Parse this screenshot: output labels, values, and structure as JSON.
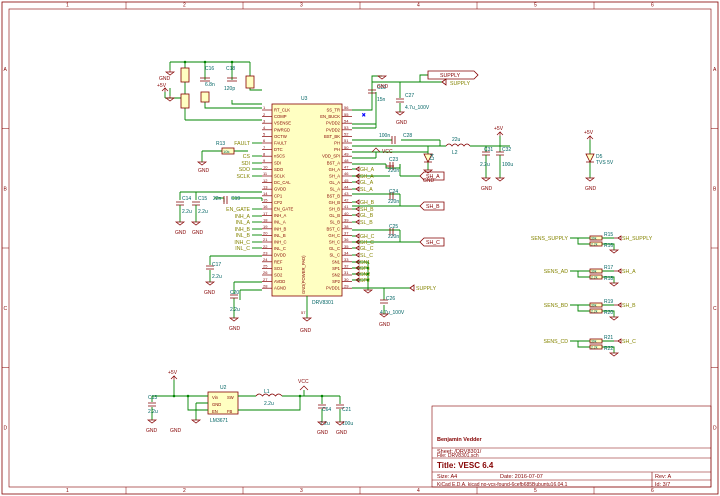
{
  "title_block": {
    "author": "Benjamin Vedder",
    "sheet": "Sheet: /DRV8301/",
    "file": "File: DRV8301.sch",
    "title": "Title: VESC 6.4",
    "size": "Size: A4",
    "date": "Date: 2016-07-07",
    "rev": "Rev: A",
    "tool": "KiCad E.D.A.  kicad no-vcs-found-6cefb685Bubuntu16.04.1",
    "id": "Id: 3/7"
  },
  "frame": {
    "cols": [
      "1",
      "2",
      "3",
      "4",
      "5",
      "6"
    ],
    "rows": [
      "A",
      "B",
      "C",
      "D"
    ]
  },
  "ic": {
    "ref": "U3",
    "value": "DRV8301",
    "gnd_pin": "GND(POWER_PAD)",
    "gnd_num": "57",
    "left_pins": [
      {
        "num": "1",
        "name": "RT_CLK"
      },
      {
        "num": "2",
        "name": "COMP"
      },
      {
        "num": "3",
        "name": "VSENSE"
      },
      {
        "num": "4",
        "name": "PWRGD"
      },
      {
        "num": "5",
        "name": "OCTW"
      },
      {
        "num": "6",
        "name": "FAULT"
      },
      {
        "num": "7",
        "name": "DTC"
      },
      {
        "num": "8",
        "name": "nSCS"
      },
      {
        "num": "9",
        "name": "SDI"
      },
      {
        "num": "10",
        "name": "SDO"
      },
      {
        "num": "11",
        "name": "SCLK"
      },
      {
        "num": "12",
        "name": "DC_CAL"
      },
      {
        "num": "13",
        "name": "GVDD"
      },
      {
        "num": "14",
        "name": "CP1"
      },
      {
        "num": "15",
        "name": "CP2"
      },
      {
        "num": "16",
        "name": "EN_GATE"
      },
      {
        "num": "17",
        "name": "INH_A"
      },
      {
        "num": "18",
        "name": "INL_A"
      },
      {
        "num": "19",
        "name": "INH_B"
      },
      {
        "num": "20",
        "name": "INL_B"
      },
      {
        "num": "21",
        "name": "INH_C"
      },
      {
        "num": "22",
        "name": "INL_C"
      },
      {
        "num": "23",
        "name": "DVDD"
      },
      {
        "num": "24",
        "name": "REF"
      },
      {
        "num": "25",
        "name": "SO1"
      },
      {
        "num": "26",
        "name": "SO2"
      },
      {
        "num": "27",
        "name": "AVDD"
      },
      {
        "num": "28",
        "name": "AGND"
      }
    ],
    "right_pins": [
      {
        "num": "56",
        "name": "SS_TR"
      },
      {
        "num": "55",
        "name": "EN_BUCK"
      },
      {
        "num": "54",
        "name": "PVDD2"
      },
      {
        "num": "53",
        "name": "PVDD2"
      },
      {
        "num": "52",
        "name": "BST_BK"
      },
      {
        "num": "51",
        "name": "PH"
      },
      {
        "num": "50",
        "name": "PH"
      },
      {
        "num": "49",
        "name": "VDD_SPI"
      },
      {
        "num": "48",
        "name": "BST_A"
      },
      {
        "num": "47",
        "name": "GH_A"
      },
      {
        "num": "46",
        "name": "SH_A"
      },
      {
        "num": "45",
        "name": "GL_A"
      },
      {
        "num": "44",
        "name": "SL_A"
      },
      {
        "num": "43",
        "name": "BST_B"
      },
      {
        "num": "42",
        "name": "GH_B"
      },
      {
        "num": "41",
        "name": "SH_B"
      },
      {
        "num": "40",
        "name": "GL_B"
      },
      {
        "num": "39",
        "name": "SL_B"
      },
      {
        "num": "38",
        "name": "BST_C"
      },
      {
        "num": "37",
        "name": "GH_C"
      },
      {
        "num": "36",
        "name": "SH_C"
      },
      {
        "num": "35",
        "name": "GL_C"
      },
      {
        "num": "34",
        "name": "SL_C"
      },
      {
        "num": "33",
        "name": "SN1"
      },
      {
        "num": "32",
        "name": "SP1"
      },
      {
        "num": "31",
        "name": "SN2"
      },
      {
        "num": "30",
        "name": "SP2"
      },
      {
        "num": "29",
        "name": "PVDD1"
      }
    ]
  },
  "left_nets": [
    "FAULT",
    "CS",
    "SDI",
    "SDO",
    "SCLK",
    "EN_GATE",
    "INH_A",
    "INL_A",
    "INH_B",
    "INL_B",
    "INH_C",
    "INL_C"
  ],
  "right_nets": [
    "GH_A",
    "SH_A",
    "GL_A",
    "SL_A",
    "GH_B",
    "SH_B",
    "GL_B",
    "SL_B",
    "GH_C",
    "SH_C",
    "GL_C",
    "SL_C",
    "SN1",
    "SP1",
    "SN2",
    "SP2"
  ],
  "global_labels": {
    "supply": "SUPPLY",
    "sh_a": "SH_A",
    "sh_b": "SH_B",
    "sh_c": "SH_C",
    "sh_supply": "SH_SUPPLY"
  },
  "power": {
    "gnd": "GND",
    "vcc": "VCC",
    "v5": "+5V"
  },
  "components": {
    "C16": {
      "ref": "C16",
      "val": "6.8n"
    },
    "C18": {
      "ref": "C18",
      "val": "120p"
    },
    "C22": {
      "ref": "C22",
      "val": "15n"
    },
    "C27": {
      "ref": "C27",
      "val": "4.7u_100V"
    },
    "C28": {
      "ref": "C28",
      "val": "100n"
    },
    "L2": {
      "ref": "L2",
      "val": "22u"
    },
    "D4": {
      "ref": "D4",
      "val": "D4"
    },
    "C31": {
      "ref": "C31",
      "val": "2.2u"
    },
    "C32": {
      "ref": "C32",
      "val": "100u"
    },
    "C23": {
      "ref": "C23",
      "val": "220n"
    },
    "C24": {
      "ref": "C24",
      "val": "220n"
    },
    "C25": {
      "ref": "C25",
      "val": "220n"
    },
    "R13": {
      "ref": "R13",
      "val": "10k"
    },
    "C14": {
      "ref": "C14",
      "val": "2.2u"
    },
    "C15": {
      "ref": "C15",
      "val": "2.2u"
    },
    "C19": {
      "ref": "C19",
      "val": "22n"
    },
    "C17": {
      "ref": "C17",
      "val": "2.2u"
    },
    "C20": {
      "ref": "C20",
      "val": "2.2u"
    },
    "C26": {
      "ref": "C26",
      "val": "4.7u_100V"
    },
    "D5": {
      "ref": "D5",
      "val": "TVS 5V"
    },
    "U2": {
      "ref": "U2",
      "val": "LM3671"
    },
    "L1": {
      "ref": "L1",
      "val": "2.2u"
    },
    "C13": {
      "ref": "C13",
      "val": "2.2u"
    },
    "C64": {
      "ref": "C64",
      "val": "2.2u"
    },
    "C21": {
      "ref": "C21",
      "val": "100u"
    }
  },
  "u2_pins": {
    "vin": "Vin",
    "gnd": "GND",
    "en": "EN",
    "sw": "SW",
    "fb": "FB"
  },
  "sense": [
    {
      "net": "SENS_SUPPLY",
      "out": "SH_SUPPLY",
      "r1": "R15",
      "r1v": "39k",
      "r2": "R16",
      "r2v": "2.2k"
    },
    {
      "net": "SENS_AD",
      "out": "SH_A",
      "r1": "R17",
      "r1v": "39k",
      "r2": "R18",
      "r2v": "2.2k"
    },
    {
      "net": "SENS_BD",
      "out": "SH_B",
      "r1": "R19",
      "r1v": "39k",
      "r2": "R20",
      "r2v": "2.2k"
    },
    {
      "net": "SENS_CD",
      "out": "SH_C",
      "r1": "R21",
      "r1v": "39k",
      "r2": "R22",
      "r2v": "2.2k"
    }
  ]
}
